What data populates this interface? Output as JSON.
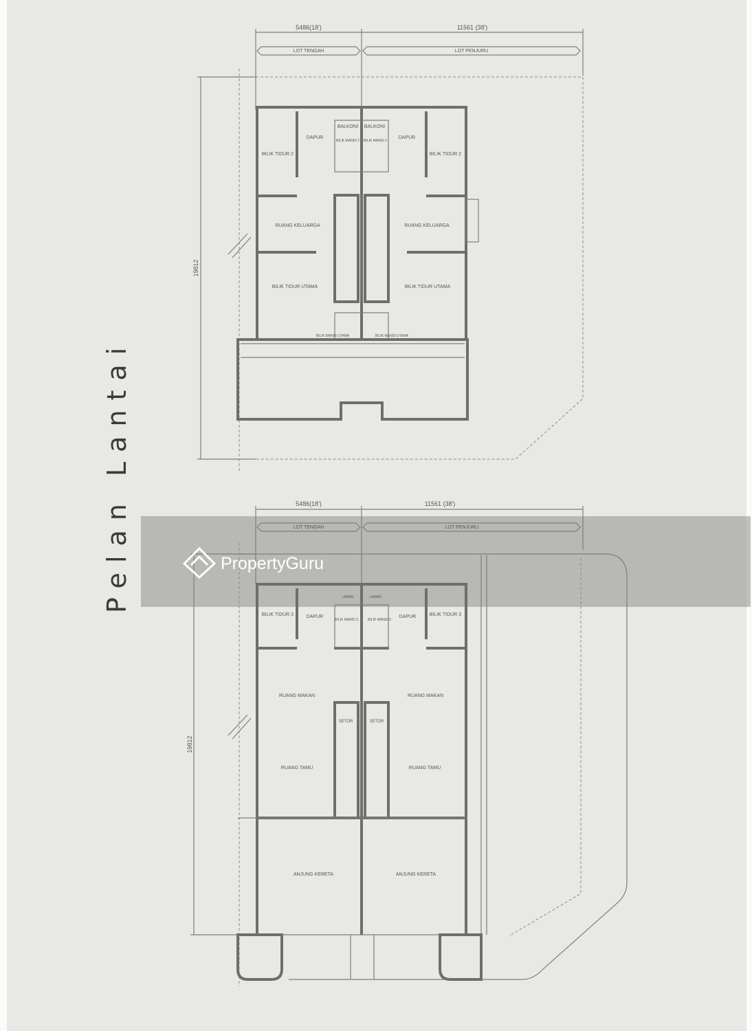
{
  "title": "Pelan Lantai",
  "watermark": "PropertyGuru",
  "colors": {
    "background": "#e8e8e4",
    "lines": "#6d6f6d",
    "watermark_band": "#9a9a98"
  },
  "upper_plan": {
    "dim_left": "5486(18')",
    "dim_right": "11561 (38')",
    "lot_left": "LOT TENGAH",
    "lot_right": "LOT PENJURU",
    "depth": "19812",
    "rooms": {
      "dapur": "DAPUR",
      "bilik_tidur_2": "BILIK TIDUR 2",
      "balkoni": "BALKONI",
      "bilik_mandi_2": "BILIK MANDI 2",
      "ruang_keluarga": "RUANG KELUARGA",
      "bilik_tidur_utama": "BILIK TIDUR UTAMA",
      "bilik_mandi_utama": "BILIK MANDI UTAMA"
    }
  },
  "lower_plan": {
    "dim_left": "5486(18')",
    "dim_right": "11561 (38')",
    "lot_left": "LOT TENGAH",
    "lot_right": "LOT PENJURU",
    "depth": "19812",
    "rooms": {
      "bilik_tidur_3": "BILIK TIDUR 3",
      "dapur": "DAPUR",
      "laman": "LAMAN",
      "bilik_mandi_3": "BILIK MANDI 3",
      "ruang_makan": "RUANG MAKAN",
      "setor": "SETOR",
      "ruang_tamu": "RUANG TAMU",
      "anjung_kereta": "ANJUNG KERETA"
    }
  }
}
